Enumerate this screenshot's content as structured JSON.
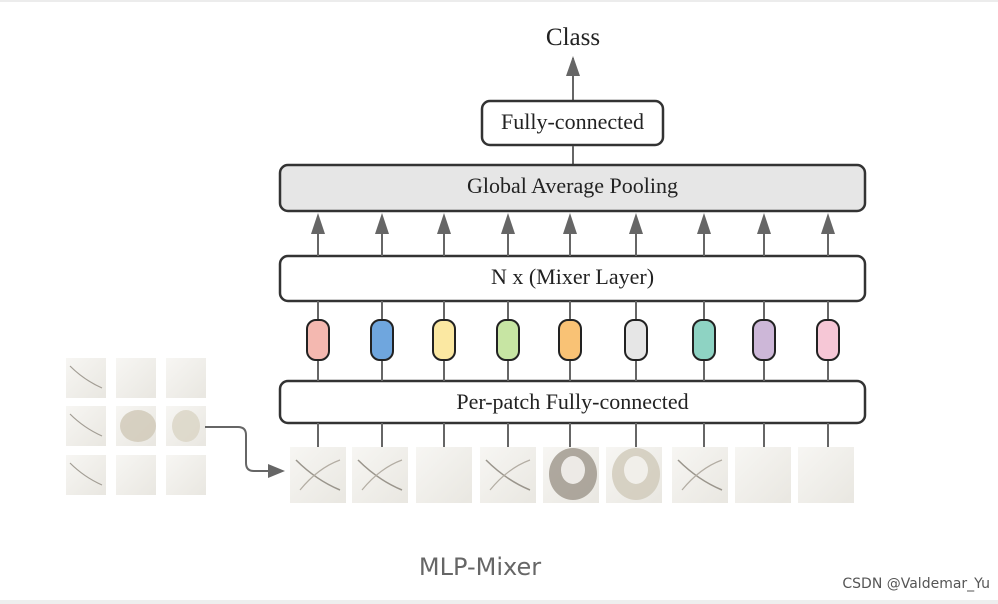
{
  "diagram": {
    "output_label": "Class",
    "fully_connected_label": "Fully-connected",
    "global_pooling_label": "Global Average Pooling",
    "mixer_layer_label": "N x (Mixer Layer)",
    "per_patch_label": "Per-patch Fully-connected",
    "token_colors": [
      "#f4b8b0",
      "#6fa6de",
      "#fbe8a2",
      "#c7e5a3",
      "#f9c275",
      "#e6e6e6",
      "#8ed3c3",
      "#cdb7d8",
      "#f6c7d6"
    ],
    "patch_count": 9,
    "image_grid": "3x3"
  },
  "caption": "MLP-Mixer",
  "watermark": "CSDN @Valdemar_Yu"
}
